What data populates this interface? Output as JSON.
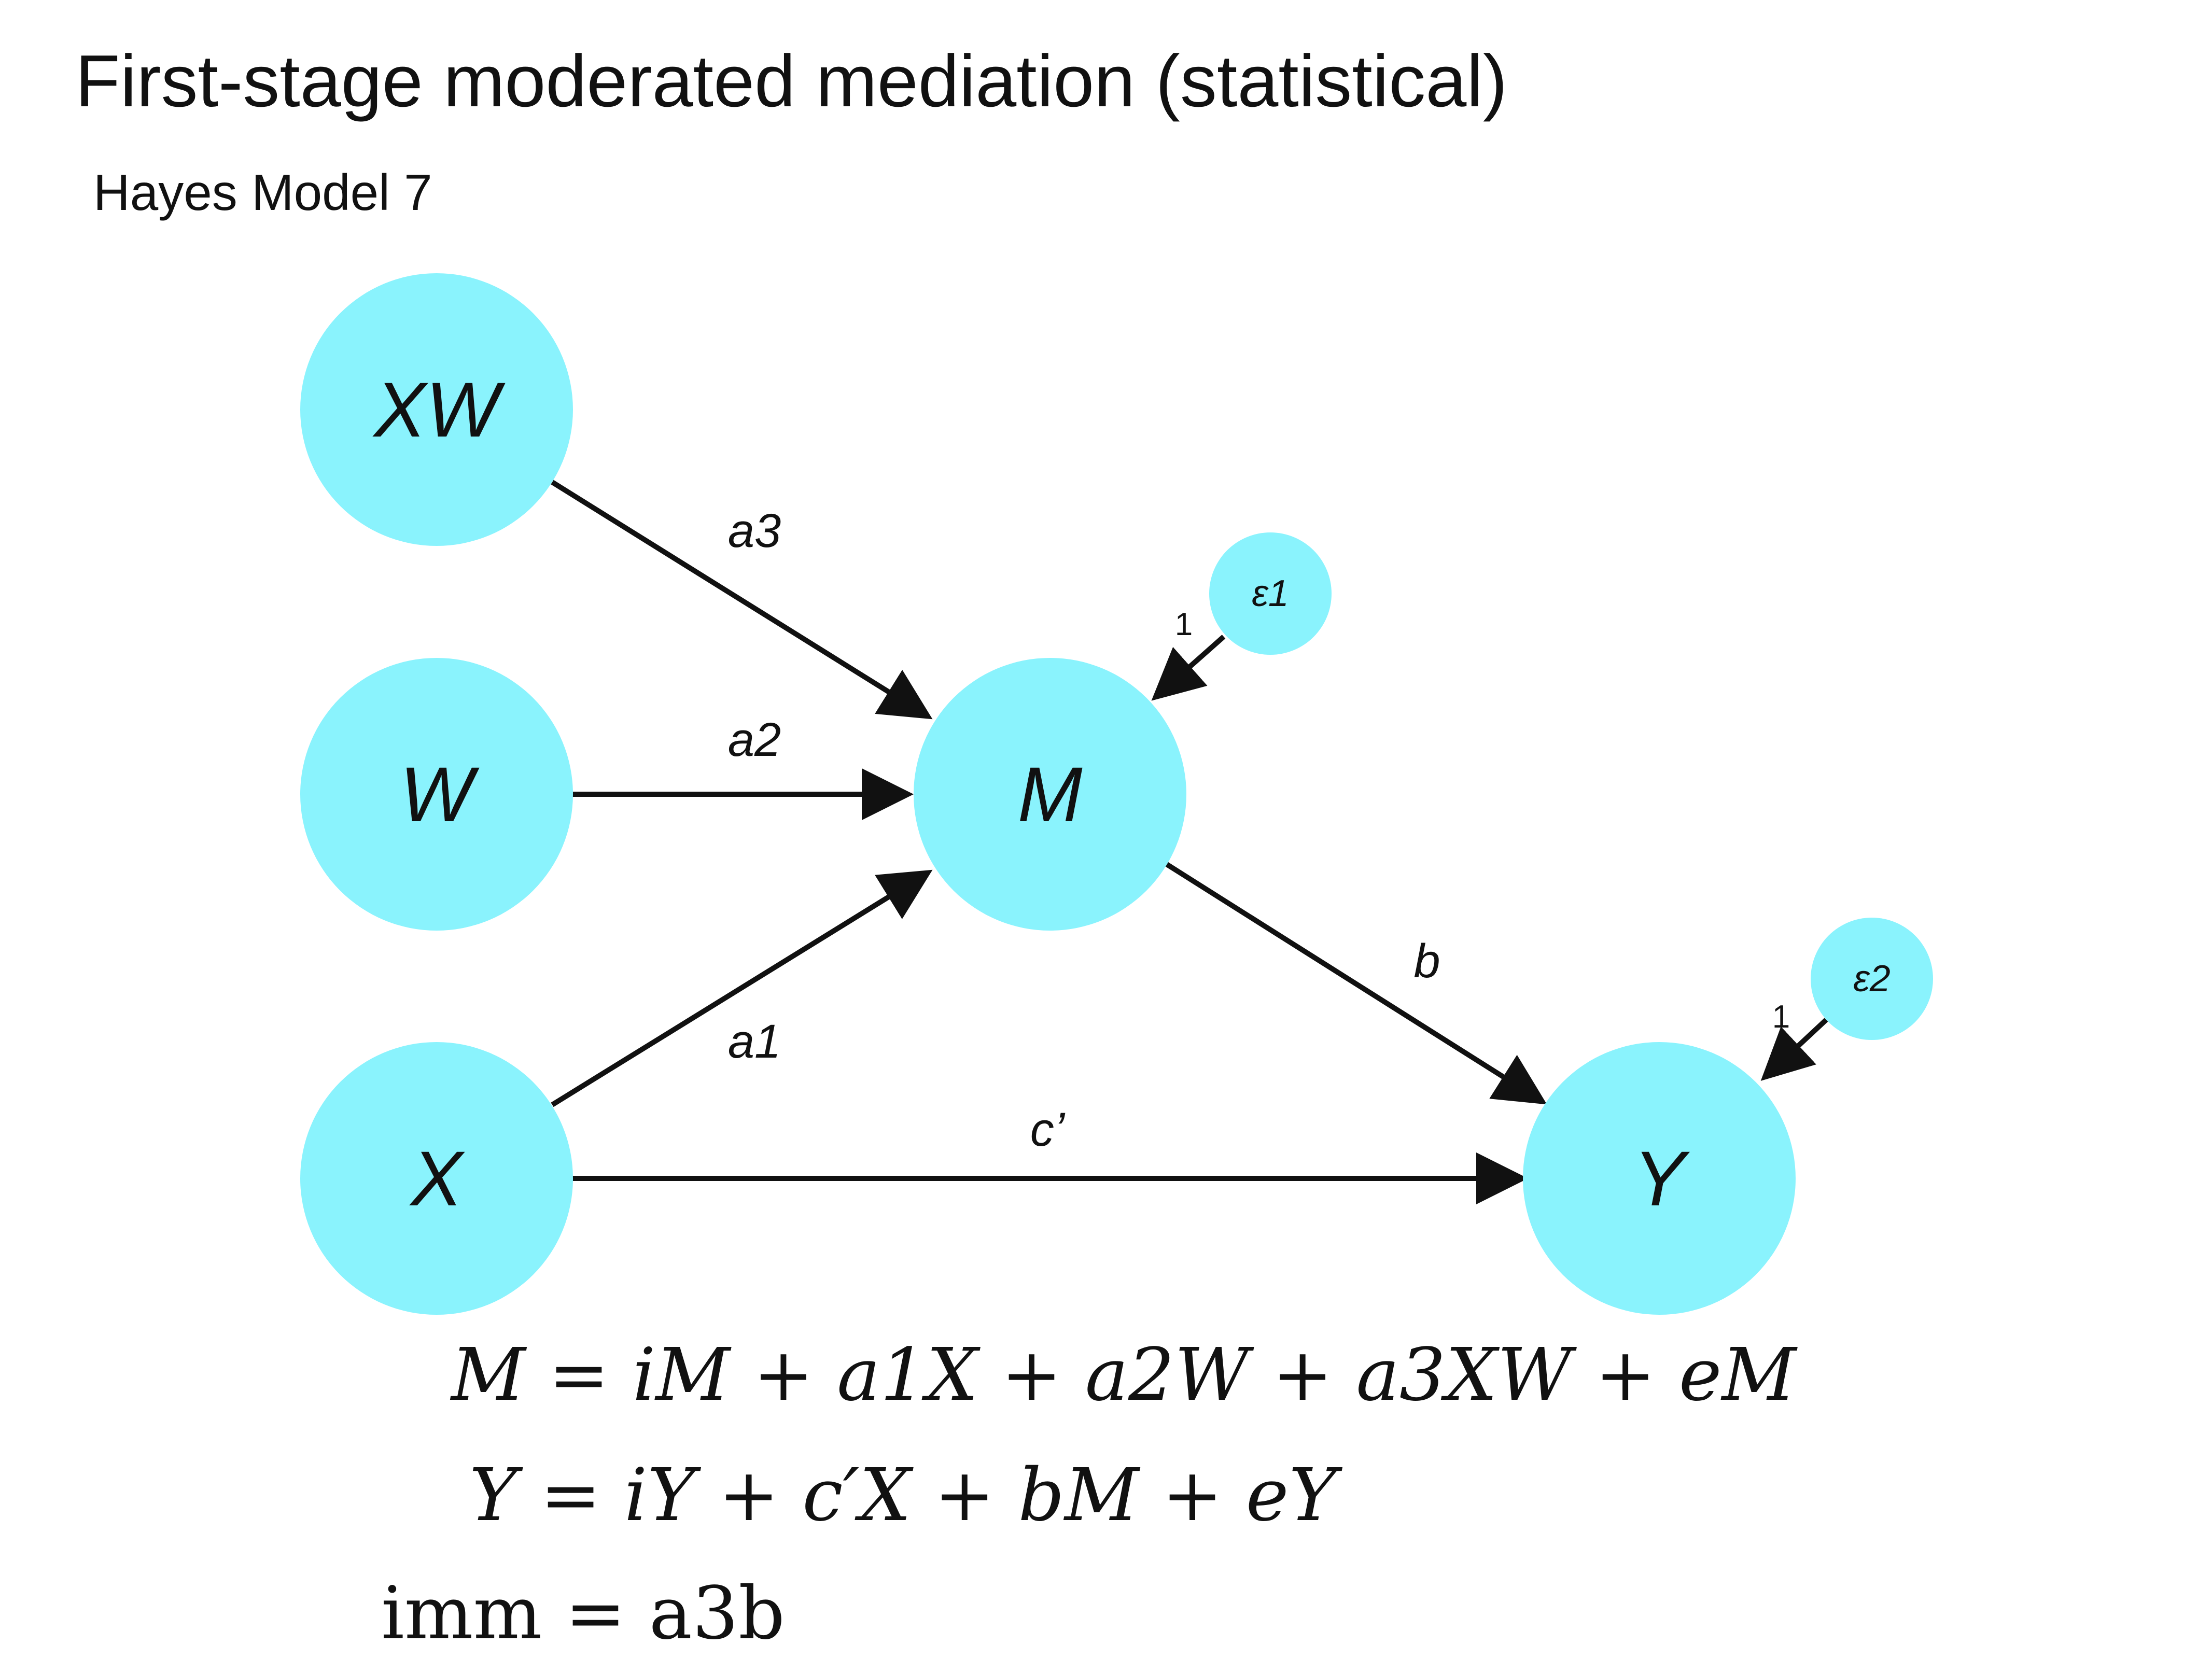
{
  "title": "First-stage moderated mediation (statistical)",
  "subtitle": "Hayes Model 7",
  "colors": {
    "node_fill": "#8AF3FD",
    "arrow": "#111111",
    "text": "#111111"
  },
  "nodes": {
    "xw": "XW",
    "w": "W",
    "x": "X",
    "m": "M",
    "y": "Y",
    "e1": "ε1",
    "e2": "ε2"
  },
  "paths": {
    "a3": "a3",
    "a2": "a2",
    "a1": "a1",
    "b": "b",
    "c_prime": "c’",
    "e1_loading": "1",
    "e2_loading": "1"
  },
  "equations": {
    "m_equation": "M = iM + a1X + a2W + a3XW + eM",
    "y_equation": "Y = iY + c′X + bM + eY",
    "imm_equation": "imm = a3b"
  }
}
